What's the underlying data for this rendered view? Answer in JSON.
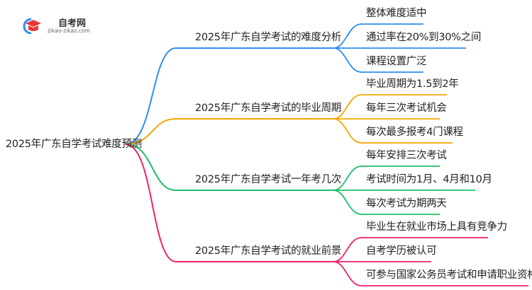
{
  "logo": {
    "title": "自考网",
    "url": "zikao-zikao.com"
  },
  "root": "2025年广东自学考试难度预测",
  "colors": [
    "#2e8ef2",
    "#f5a700",
    "#1fbf68",
    "#f2206f"
  ],
  "branches": [
    {
      "label": "2025年广东自学考试的难度分析",
      "leaves": [
        "整体难度适中",
        "通过率在20%到30%之间",
        "课程设置广泛"
      ]
    },
    {
      "label": "2025年广东自学考试的毕业周期",
      "leaves": [
        "毕业周期为1.5到2年",
        "每年三次考试机会",
        "每次最多报考4门课程"
      ]
    },
    {
      "label": "2025年广东自学考试一年考几次",
      "leaves": [
        "每年安排三次考试",
        "考试时间为1月、4月和10月",
        "每次考试为期两天"
      ]
    },
    {
      "label": "2025年广东自学考试的就业前景",
      "leaves": [
        "毕业生在就业市场上具有竞争力",
        "自考学历被认可",
        "可参与国家公务员考试和申请职业资格证书"
      ]
    }
  ]
}
